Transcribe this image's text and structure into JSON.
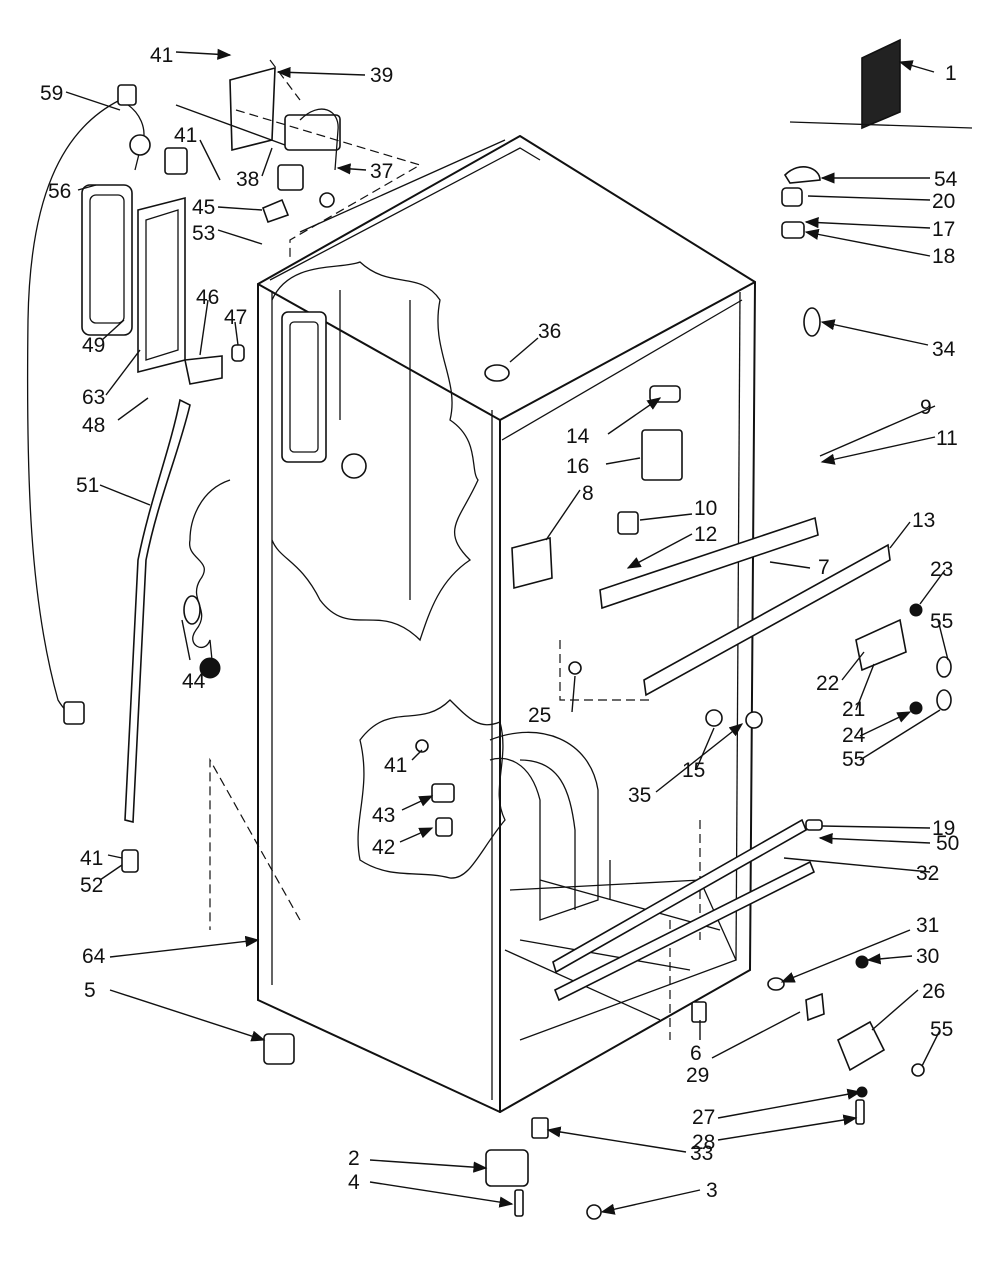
{
  "diagram": {
    "labels": [
      "1",
      "2",
      "3",
      "4",
      "5",
      "6",
      "7",
      "8",
      "9",
      "10",
      "11",
      "12",
      "13",
      "14",
      "15",
      "16",
      "17",
      "18",
      "19",
      "20",
      "21",
      "22",
      "23",
      "24",
      "25",
      "26",
      "27",
      "28",
      "29",
      "30",
      "31",
      "32",
      "33",
      "34",
      "35",
      "36",
      "37",
      "38",
      "39",
      "41",
      "41",
      "41",
      "41",
      "41",
      "42",
      "43",
      "44",
      "45",
      "46",
      "47",
      "48",
      "49",
      "50",
      "51",
      "52",
      "53",
      "54",
      "55",
      "55",
      "55",
      "56",
      "59",
      "63",
      "64"
    ]
  }
}
